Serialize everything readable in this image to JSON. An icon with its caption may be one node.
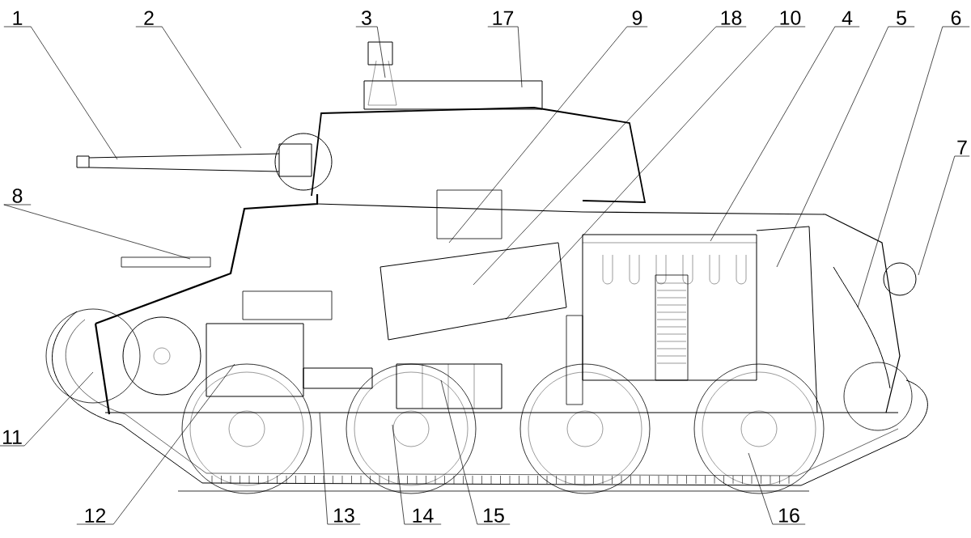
{
  "diagram": {
    "nodes": [
      {
        "text": [
          "1"
        ]
      },
      {
        "text": [
          "2"
        ]
      },
      {
        "text": [
          "3"
        ]
      },
      {
        "text": [
          "17"
        ]
      },
      {
        "text": [
          "9"
        ]
      },
      {
        "text": [
          "18"
        ]
      },
      {
        "text": [
          "10"
        ]
      },
      {
        "text": [
          "4"
        ]
      },
      {
        "text": [
          "5"
        ]
      },
      {
        "text": [
          "6"
        ]
      },
      {
        "text": [
          "7"
        ]
      },
      {
        "text": [
          "8"
        ]
      },
      {
        "text": [
          "11"
        ]
      },
      {
        "text": [
          "12"
        ]
      },
      {
        "text": [
          "13"
        ]
      },
      {
        "text": [
          "14"
        ]
      },
      {
        "text": [
          "15"
        ]
      },
      {
        "text": [
          "16"
        ]
      }
    ],
    "edges": [
      {
        "from": 0,
        "to": null,
        "arrow": "none"
      },
      {
        "from": 1,
        "to": null,
        "arrow": "none"
      },
      {
        "from": 2,
        "to": null,
        "arrow": "none"
      },
      {
        "from": 3,
        "to": null,
        "arrow": "none"
      },
      {
        "from": 4,
        "to": null,
        "arrow": "none"
      },
      {
        "from": 5,
        "to": null,
        "arrow": "none"
      },
      {
        "from": 6,
        "to": null,
        "arrow": "none"
      },
      {
        "from": 7,
        "to": null,
        "arrow": "none"
      },
      {
        "from": 8,
        "to": null,
        "arrow": "none"
      },
      {
        "from": 9,
        "to": null,
        "arrow": "none"
      },
      {
        "from": 10,
        "to": null,
        "arrow": "none"
      },
      {
        "from": 11,
        "to": null,
        "arrow": "none"
      },
      {
        "from": 12,
        "to": null,
        "arrow": "none"
      },
      {
        "from": 13,
        "to": null,
        "arrow": "none"
      },
      {
        "from": 14,
        "to": null,
        "arrow": "none"
      },
      {
        "from": 15,
        "to": null,
        "arrow": "none"
      },
      {
        "from": 16,
        "to": null,
        "arrow": "none"
      },
      {
        "from": 17,
        "to": null,
        "arrow": "none"
      }
    ]
  }
}
